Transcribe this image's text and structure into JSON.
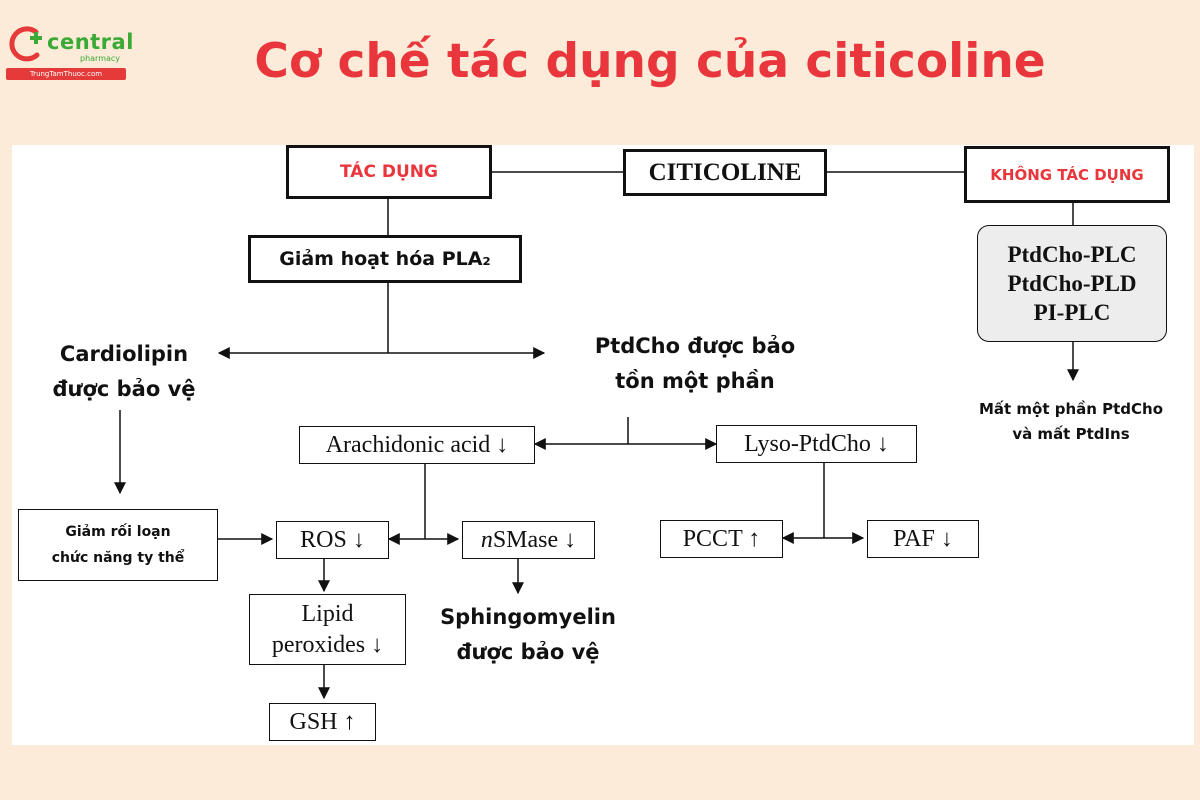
{
  "header": {
    "title": "Cơ chế tác dụng của citicoline",
    "logo_word": "central",
    "logo_sub": "pharmacy",
    "logo_site": "TrungTamThuoc.com"
  },
  "colors": {
    "title": "#e8363c",
    "background": "#fbebd8",
    "logo_green": "#3aa935"
  },
  "nodes": {
    "citicoline": "CITICOLINE",
    "tac_dung": "TÁC DỤNG",
    "khong_tac_dung": "KHÔNG TÁC DỤNG",
    "giam_pla2": "Giảm hoạt hóa PLA₂",
    "enzymes": [
      "PtdCho-PLC",
      "PtdCho-PLD",
      "PI-PLC"
    ],
    "mat_ptdcho": [
      "Mất một phần PtdCho",
      "và mất PtdIns"
    ],
    "cardiolipin": [
      "Cardiolipin",
      "được bảo vệ"
    ],
    "ptdcho_bao_ton": [
      "PtdCho được bảo",
      "tồn một phần"
    ],
    "arachidonic": "Arachidonic acid ↓",
    "lyso": "Lyso-PtdCho ↓",
    "giam_roi_loan": [
      "Giảm rối loạn",
      "chức năng ty thể"
    ],
    "ros": "ROS ↓",
    "nsmase_n": "n",
    "nsmase_rest": "SMase ↓",
    "pcct": "PCCT ↑",
    "paf": "PAF ↓",
    "lipid": [
      "Lipid",
      "peroxides ↓"
    ],
    "sphingomyelin": [
      "Sphingomyelin",
      "được bảo vệ"
    ],
    "gsh": "GSH ↑"
  }
}
